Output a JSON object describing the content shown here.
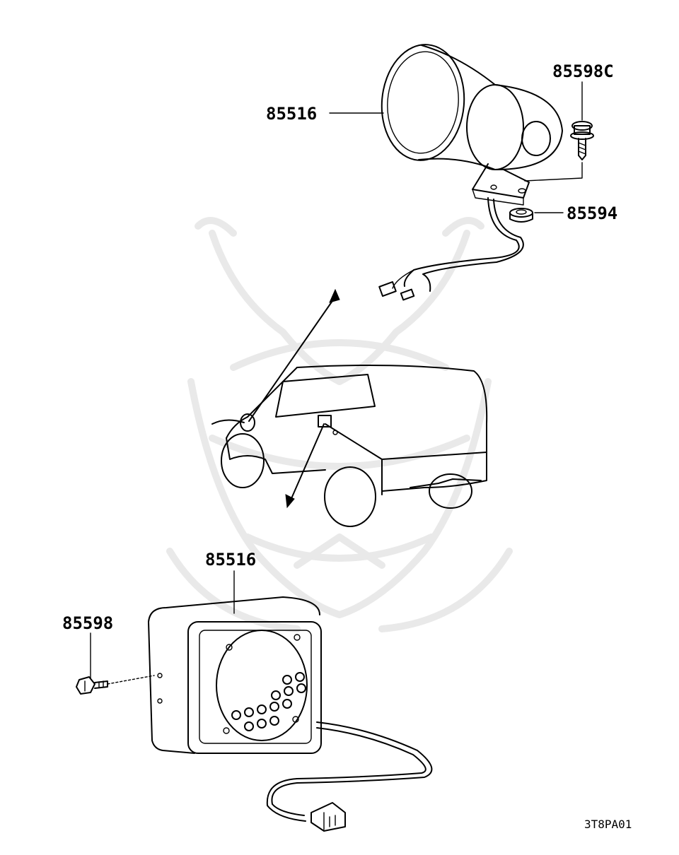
{
  "labels": {
    "horn_part": "85516",
    "horn_bolt": "85598C",
    "horn_nut": "85594",
    "speaker_part": "85516",
    "speaker_bolt": "85598"
  },
  "diagram_code": "3T8PA01"
}
